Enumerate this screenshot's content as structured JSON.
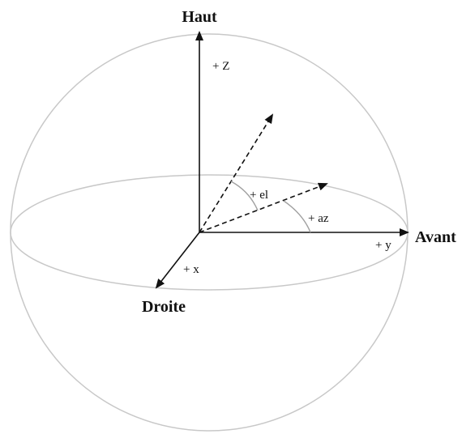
{
  "axes": {
    "up": {
      "name": "Haut",
      "sign": "+ Z"
    },
    "front": {
      "name": "Avant",
      "sign": "+ y"
    },
    "right": {
      "name": "Droite",
      "sign": "+ x"
    }
  },
  "angles": {
    "elevation": "+ el",
    "azimuth": "+ az"
  },
  "colors": {
    "sphere_outline": "#c8c8c8",
    "axis": "#111111"
  }
}
